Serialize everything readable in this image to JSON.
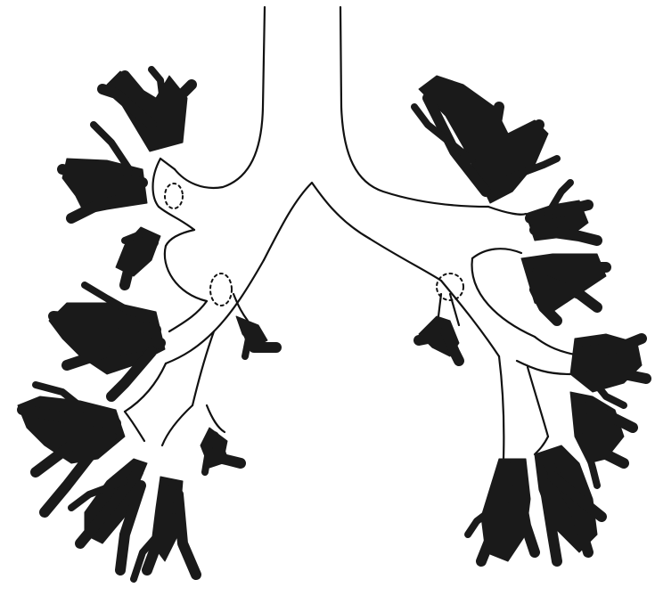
{
  "diagram": {
    "subject": "bronchial tree",
    "colors": {
      "outline": "#111111",
      "dark_fill": "#1a1a1a",
      "background": "#ffffff"
    },
    "parts": [
      "trachea",
      "carina",
      "left-main-bronchus",
      "right-main-bronchus",
      "lobar-bronchi",
      "segmental-bronchi",
      "lymph-node-markers"
    ]
  }
}
